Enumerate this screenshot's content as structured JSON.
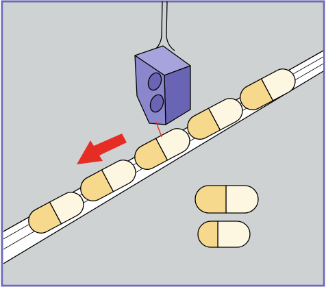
{
  "illustration": {
    "subject": "capsule-inspection-conveyor",
    "capsule_count_on_belt": 5,
    "loose_capsule_count": 2,
    "arrow_direction": "down-left",
    "colors": {
      "background": "#ced2d2",
      "frame": "#6f6bb3",
      "belt": "#ffffff",
      "capsule_cap": "#f7d98e",
      "capsule_body": "#fdf6e1",
      "sensor_front": "#8b87cc",
      "sensor_side": "#6a64b4",
      "sensor_top": "#a7a3dc",
      "arrow": "#e52d24",
      "outline": "#000000"
    }
  }
}
